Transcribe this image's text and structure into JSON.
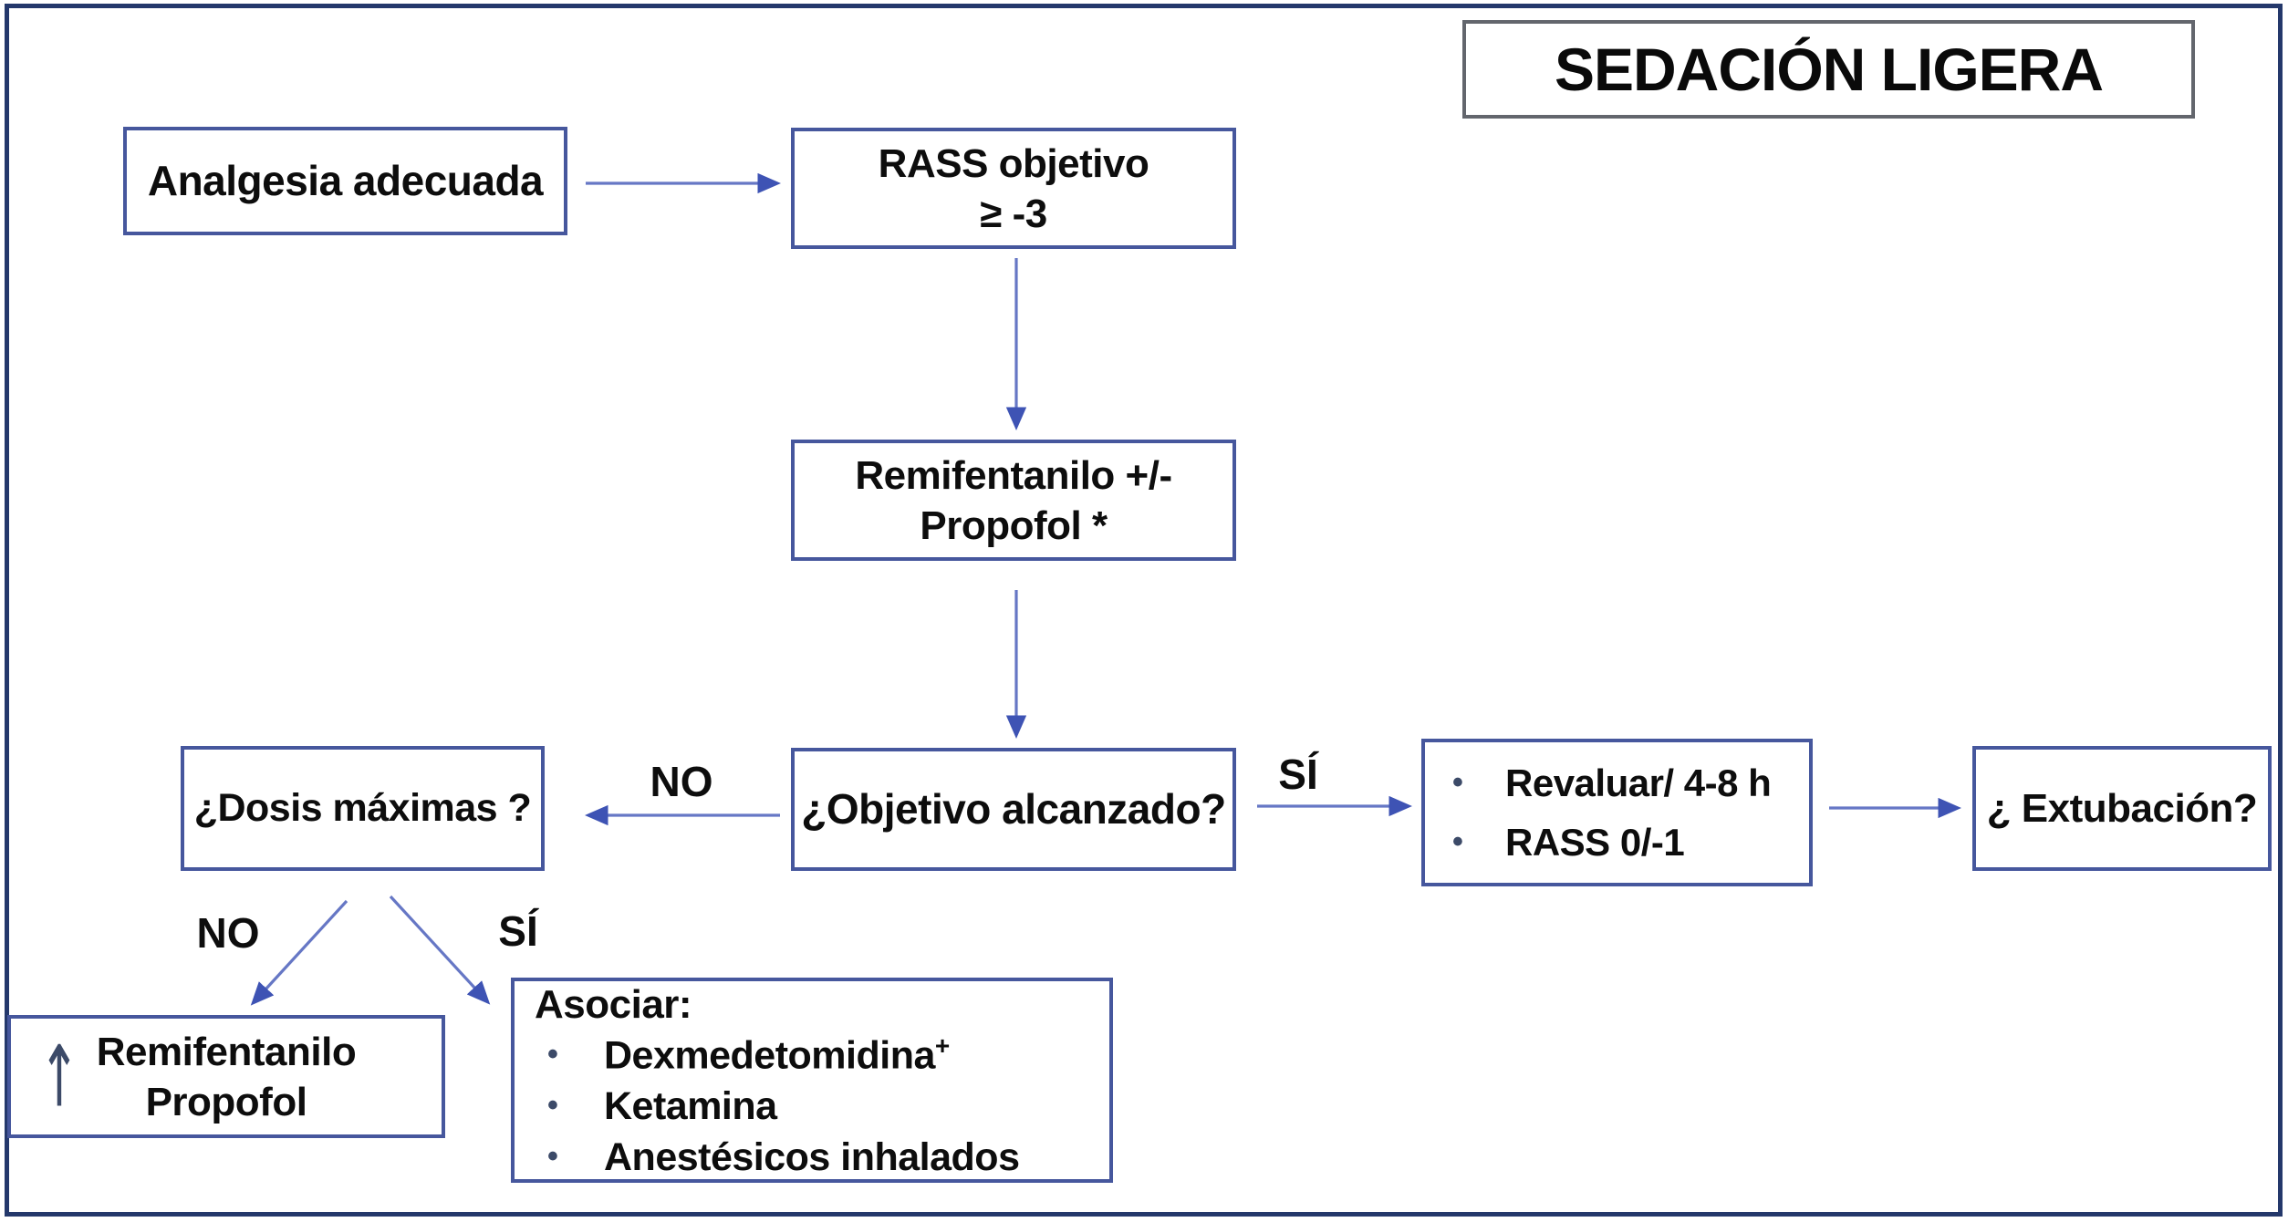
{
  "title": "SEDACIÓN LIGERA",
  "bullet_char": "•",
  "nodes": {
    "analgesia": {
      "text": "Analgesia adecuada"
    },
    "rass_objetivo": {
      "line1": "RASS objetivo",
      "line2": "≥ -3"
    },
    "sedacion_farmacos": {
      "line1": "Remifentanilo +/-",
      "line2": "Propofol *"
    },
    "objetivo_alcanzado": {
      "text": "¿Objetivo alcanzado?"
    },
    "dosis_maximas": {
      "text": "¿Dosis máximas ?"
    },
    "revaluar": {
      "items": [
        "Revaluar/ 4-8 h",
        "RASS 0/-1"
      ]
    },
    "extubacion": {
      "text": "¿ Extubación?"
    },
    "aumentar_dosis": {
      "arrow_icon": "↑",
      "line1": "Remifentanilo",
      "line2": "Propofol"
    },
    "asociar": {
      "header": "Asociar:",
      "items": [
        "Dexmedetomidina",
        "Ketamina",
        "Anestésicos inhalados"
      ],
      "item1_superscript": "+"
    }
  },
  "edge_labels": {
    "no_horizontal": "NO",
    "si_horizontal": "SÍ",
    "no_diagonal": "NO",
    "si_diagonal": "SÍ"
  },
  "colors": {
    "page_border": "#24386b",
    "box_border": "#46579d",
    "title_border": "#63666d",
    "arrow_line": "#6677c5",
    "arrow_head": "#3e53b4",
    "dark_accent": "#3c4a68",
    "text": "#0d0d0d",
    "background": "#ffffff"
  }
}
